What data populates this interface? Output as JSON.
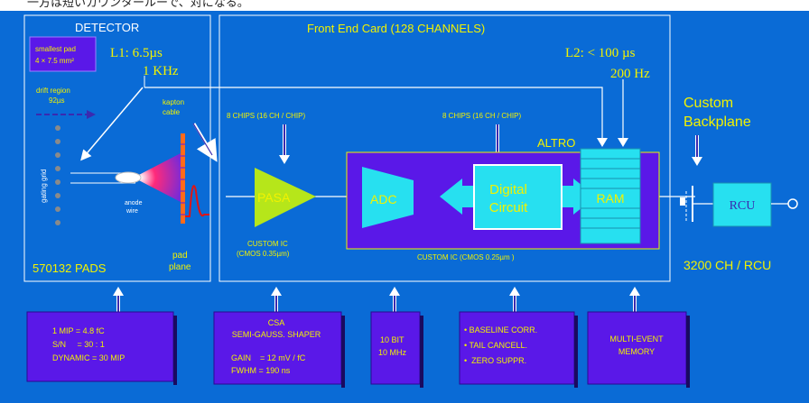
{
  "header_text": "一方は短いカウンタールーで、対になる。",
  "detector": {
    "title": "DETECTOR",
    "smallest_pad": [
      "smallest pad",
      "4 × 7.5 mm²"
    ],
    "l1": [
      "L1: 6.5µs",
      "1 KHz"
    ],
    "drift_region": [
      "drift region",
      "92µs"
    ],
    "kapton_cable": [
      "kapton",
      "cable"
    ],
    "gating_grid": "gating grid",
    "anode_wire": [
      "anode",
      "wire"
    ],
    "pads": "570132 PADS",
    "pad_plane": [
      "pad",
      "plane"
    ]
  },
  "fec": {
    "title": "Front End Card (128 CHANNELS)",
    "l2": [
      "L2: < 100 µs",
      "200 Hz"
    ],
    "chips_left": "8 CHIPS  (16 CH / CHIP)",
    "chips_right": "8 CHIPS (16 CH / CHIP)",
    "altro": "ALTRO",
    "pasa": "PASA",
    "pasa_ic": [
      "CUSTOM IC",
      "(CMOS 0.35µm)"
    ],
    "adc": "ADC",
    "digital": [
      "Digital",
      "Circuit"
    ],
    "ram": "RAM",
    "altro_ic": "CUSTOM IC (CMOS 0.25µm )"
  },
  "backplane": {
    "custom": [
      "Custom",
      "Backplane"
    ],
    "rcu": "RCU",
    "channels": "3200 CH / RCU"
  },
  "spec_boxes": {
    "mip": [
      "1 MIP = 4.8 fC",
      "S/N     = 30 : 1",
      "DYNAMIC = 30 MIP"
    ],
    "csa": [
      "CSA",
      "SEMI-GAUSS. SHAPER",
      "GAIN    = 12 mV / fC",
      "FWHM = 190 ns"
    ],
    "adc": [
      "10 BIT",
      "10 MHz"
    ],
    "digital": [
      "• BASELINE CORR.",
      "• TAIL CANCELL.",
      "•  ZERO SUPPR."
    ],
    "memory": [
      "MULTI-EVENT",
      "MEMORY"
    ]
  },
  "colors": {
    "background": "#0a6bd6",
    "label_yellow": "#f2f200",
    "purple": "#5a18e8",
    "cyan": "#27e0f0",
    "pasa_green": "#b6e61a",
    "magenta": "#ff1a8c"
  }
}
